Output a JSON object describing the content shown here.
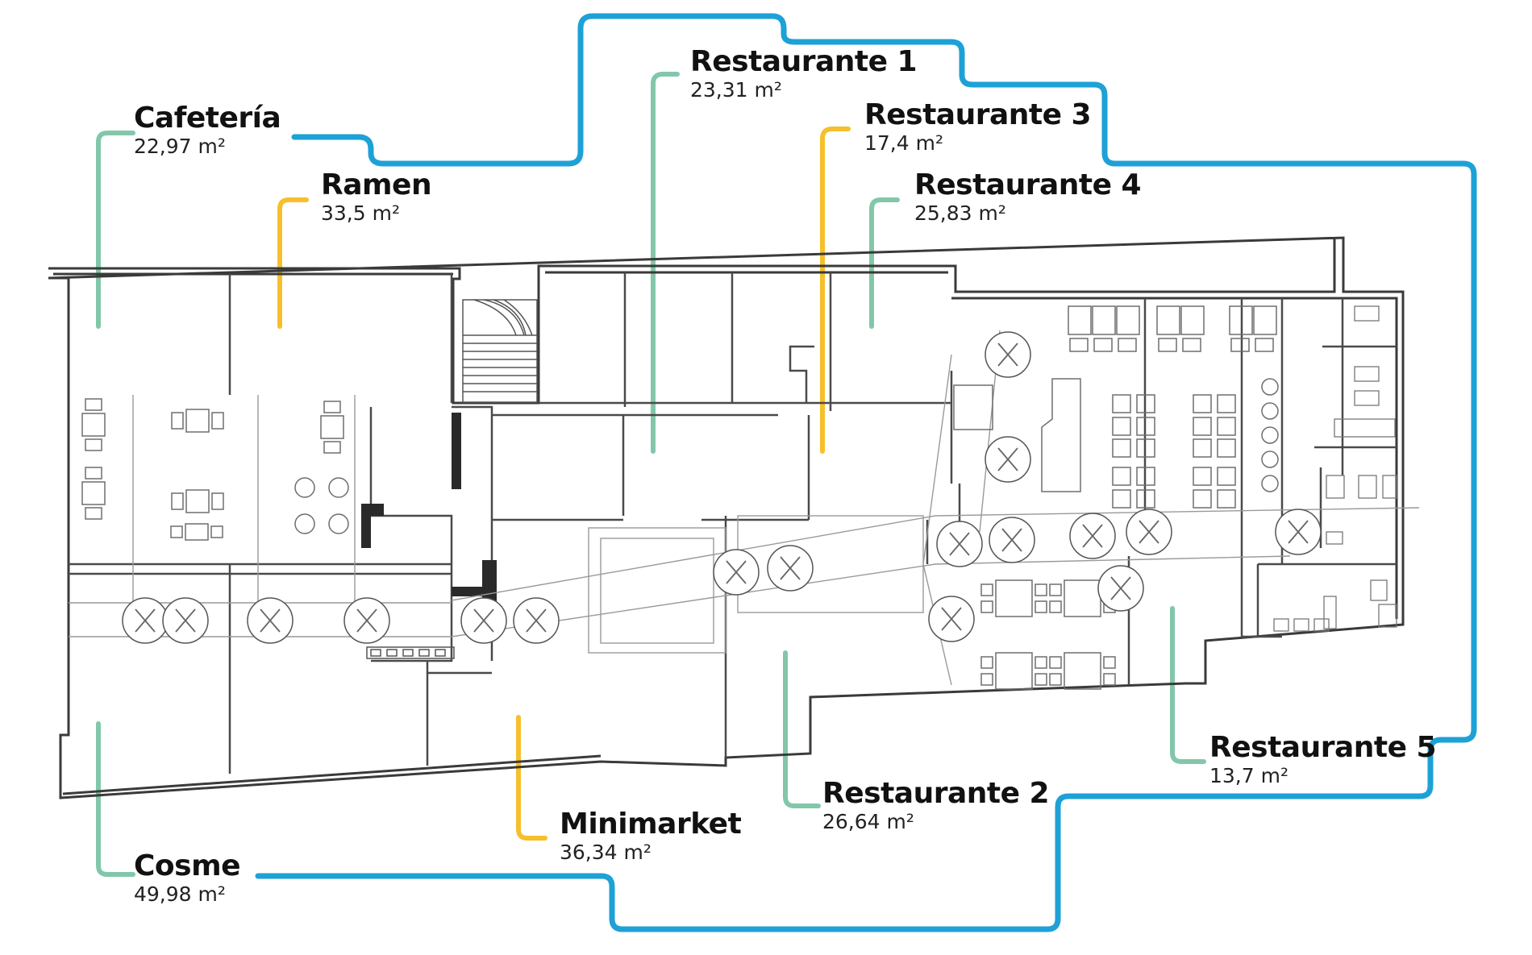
{
  "colors": {
    "outline": "#1da1d6",
    "leader_green": "#82c7a9",
    "leader_yellow": "#f6bf2b",
    "walls": "#3a3a3a",
    "furniture": "#6e6e6e",
    "text": "#111111"
  },
  "areas": [
    {
      "id": "cafeteria",
      "name": "Cafetería",
      "area": "22,97 m²",
      "leader_color": "green"
    },
    {
      "id": "ramen",
      "name": "Ramen",
      "area": "33,5 m²",
      "leader_color": "yellow"
    },
    {
      "id": "restaurante-1",
      "name": "Restaurante 1",
      "area": "23,31 m²",
      "leader_color": "green"
    },
    {
      "id": "restaurante-3",
      "name": "Restaurante 3",
      "area": "17,4 m²",
      "leader_color": "yellow"
    },
    {
      "id": "restaurante-4",
      "name": "Restaurante 4",
      "area": "25,83 m²",
      "leader_color": "green"
    },
    {
      "id": "restaurante-5",
      "name": "Restaurante 5",
      "area": "13,7 m²",
      "leader_color": "green"
    },
    {
      "id": "restaurante-2",
      "name": "Restaurante 2",
      "area": "26,64 m²",
      "leader_color": "green"
    },
    {
      "id": "minimarket",
      "name": "Minimarket",
      "area": "36,34 m²",
      "leader_color": "yellow"
    },
    {
      "id": "cosme",
      "name": "Cosme",
      "area": "49,98 m²",
      "leader_color": "green"
    }
  ]
}
